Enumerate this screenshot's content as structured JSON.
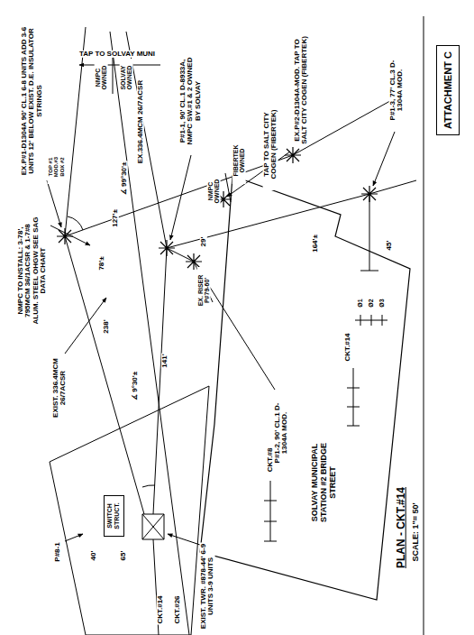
{
  "diagram": {
    "title": "PLAN - CKT.#14",
    "nodes": [
      {
        "text": [
          "ATTACHMENT C"
        ]
      },
      {
        "text": [
          "SOLVAY MUNICIPAL STATION #2 BRIDGE STREET"
        ]
      },
      {
        "text": [
          "SWITCH STRUCT."
        ]
      }
    ],
    "labels": [
      "TAP TO SOLVAY MUNI",
      "NMPC OWNED",
      "SOLVAY OWNED",
      "EX.P#1-D1304A 90' CL.1 6-8 UNITS ADD 3-6 UNITS 12' BELOW EXIST. D.E. INSULATOR STRINGS",
      "TOP #1 MOD.#3 BOX #2",
      "EX.336.4MCM 26/7ACSR",
      "∡ 99°30'±",
      "127'±",
      "78'±",
      "29'",
      "NMPC OWNED",
      "FIBERTEK OWNED",
      "TAP TO SALT CITY COGEN (FIBERTEK)",
      "EX.P#2-D1304A-MOD. TAP TO SALT CITY COGEN (FIBERTEK)",
      "P#1-1, 90' CL.1 D-8933A, NMPC SW.#1 & 2 OWNED BY SOLVAY",
      "P#1-3, 77' CL.3 D-1304A MOD.",
      "164'±",
      "45'",
      "Ø1",
      "Ø2",
      "Ø3",
      "CKT.#14",
      "CKT.#8",
      "NMPC TO INSTALL: 3-78', 795MCM 36/1ACSR & 1-7#8 ALUM. STEEL OHGW SEE SAG DATA CHART",
      "EX. RISER P#79-60'",
      "P#1-2, 90' CL.1 D-1304A MOD.",
      "238'",
      "141'",
      "∡ 9°30'±",
      "EXIST. 336.4MCM 26/7ACSR",
      "65'",
      "40'",
      "P#8-1",
      "EXIST. TWR. #878-44' 6-9 UNITS 3-9 UNITS",
      "CKT.#14",
      "CKT.#26",
      "SCALE: 1\"= 50'"
    ]
  }
}
